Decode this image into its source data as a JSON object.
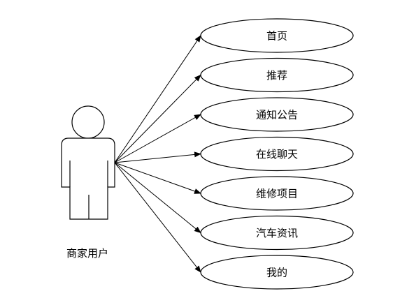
{
  "actor": {
    "label": "商家用户"
  },
  "use_cases": [
    {
      "label": "首页"
    },
    {
      "label": "推荐"
    },
    {
      "label": "通知公告"
    },
    {
      "label": "在线聊天"
    },
    {
      "label": "维修项目"
    },
    {
      "label": "汽车资讯"
    },
    {
      "label": "我的"
    }
  ]
}
